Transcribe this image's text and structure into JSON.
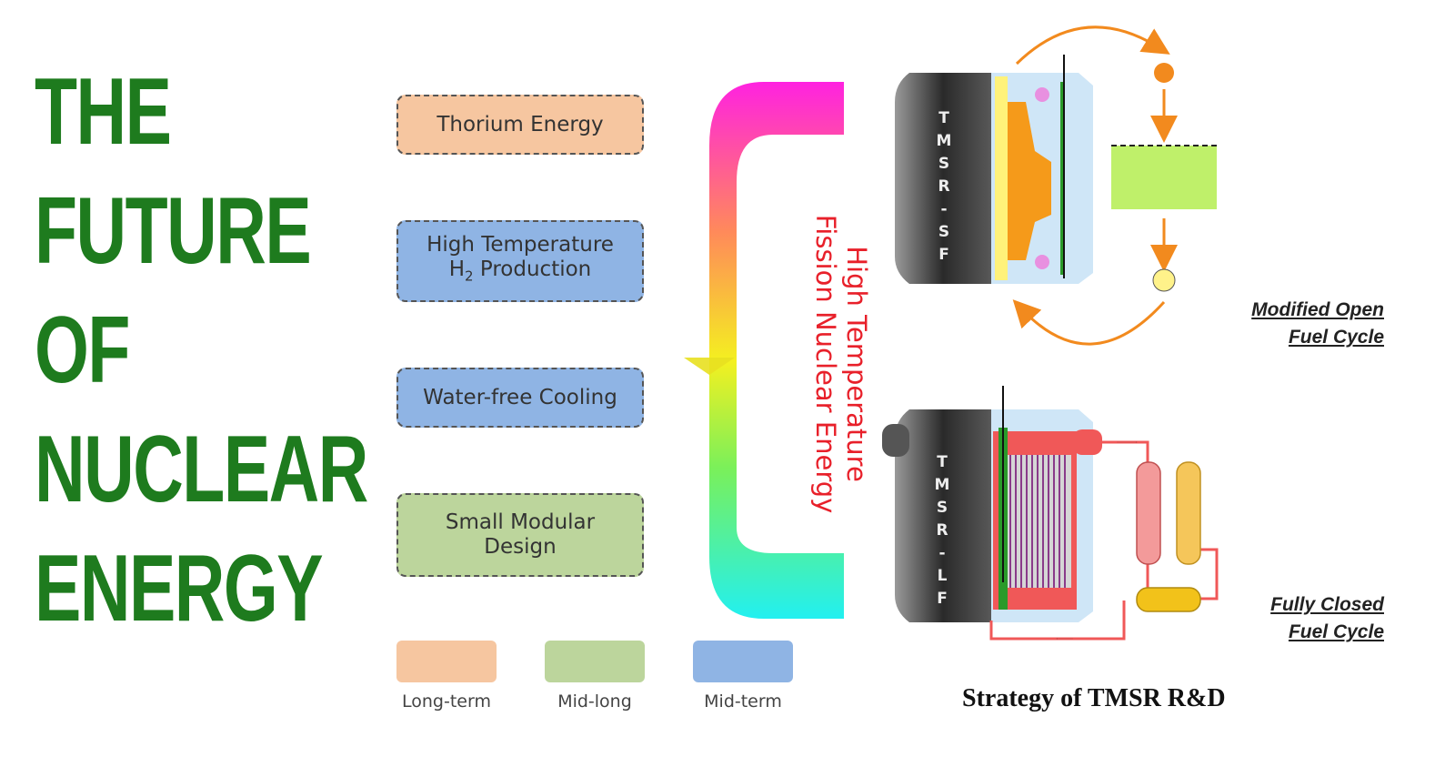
{
  "headline": {
    "lines": [
      "THE",
      "FUTURE",
      "OF",
      "NUCLEAR",
      "ENERGY"
    ],
    "color": "#1e7b1e"
  },
  "applications": [
    {
      "label": "Thorium Energy",
      "term": "Long-term",
      "color": "#f6c6a0"
    },
    {
      "label_line1": "High Temperature",
      "label_line2_prefix": "H",
      "label_line2_sub": "2",
      "label_line2_suffix": " Production",
      "term": "Mid-term",
      "color": "#8fb4e4"
    },
    {
      "label": "Water-free Cooling",
      "term": "Mid-term",
      "color": "#8fb4e4"
    },
    {
      "label_line1": "Small Modular",
      "label_line2": "Design",
      "term": "Mid-long",
      "color": "#bcd59c"
    }
  ],
  "legend": [
    {
      "label": "Long-term",
      "color": "#f6c6a0"
    },
    {
      "label": "Mid-long",
      "color": "#bcd59c"
    },
    {
      "label": "Mid-term",
      "color": "#8fb4e4"
    }
  ],
  "arc_title": {
    "line1": "High Temperature",
    "line2": "Fission Nuclear Energy",
    "color": "#e8202a"
  },
  "reactors": [
    {
      "letters": [
        "T",
        "M",
        "S",
        "R",
        "-",
        "S",
        "F"
      ],
      "cycle_line1": "Modified Open",
      "cycle_line2": "Fuel Cycle"
    },
    {
      "letters": [
        "T",
        "M",
        "S",
        "R",
        "-",
        "L",
        "F"
      ],
      "cycle_line1": "Fully Closed",
      "cycle_line2": "Fuel Cycle"
    }
  ],
  "strategy_title": "Strategy of TMSR R&D"
}
